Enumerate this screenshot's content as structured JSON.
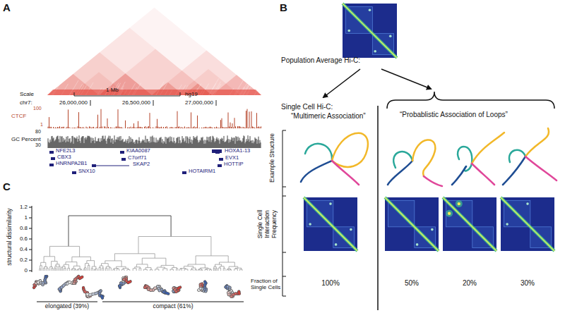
{
  "diagram": {
    "labels": [
      "A",
      "1 Mb",
      "Scale",
      "hg19",
      "chr7:",
      "26,000,000",
      "26,500,000",
      "27,000,000",
      "CTCF",
      "100",
      "1",
      "GC Percent",
      "80",
      "30",
      "NFE2L3",
      "CBX3",
      "HNRNPA2B1",
      "SNX10",
      "KIAA0087",
      "C7orf71",
      "SKAP2",
      "HOTAIRM1",
      "HOXA1-13",
      "EVX1",
      "HOTTIP",
      "B",
      "Population Average Hi-C:",
      "Single Cell Hi-C:",
      "“Multimeric Association”",
      "“Probablistic Association of Loops”",
      "Example Structure",
      "Single Cell Interaction Frequency",
      "Fraction of Single Cells",
      "100%",
      "50%",
      "20%",
      "30%",
      "C",
      "1.2",
      "1",
      "0.8",
      "0.6",
      "0.4",
      "0.2",
      "0",
      "structural dissimilarity",
      "elongated (39%)",
      "compact (61%)"
    ]
  }
}
